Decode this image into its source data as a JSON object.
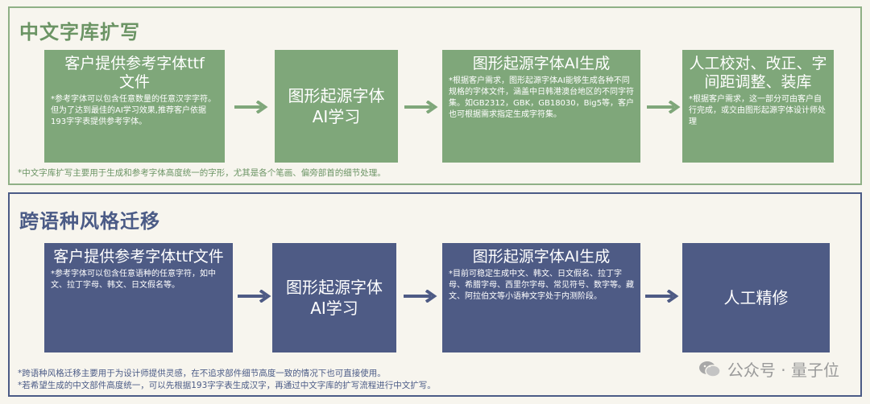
{
  "colors": {
    "green": "#7fa77a",
    "green_border": "#8fb086",
    "blue": "#4e5b85",
    "blue_border": "#4b5b86",
    "background": "#f7f5ee"
  },
  "section1": {
    "title": "中文字库扩写",
    "step1_title": "客户提供参考字体ttf文件",
    "step1_note": "*参考字体可以包含任意数量的任意汉字字符。但为了达到最佳的AI学习效果,推荐客户依据193字字表提供参考字体。",
    "step2_title": "图形起源字体AI学习",
    "step3_title": "图形起源字体AI生成",
    "step3_note": "*根据客户需求，图形起源字体AI能够生成各种不同规格的字体文件，涵盖中日韩港澳台地区的不同字符集。如GB2312，GBK，GB18030，Big5等，客户也可根据需求指定生成字符集。",
    "step4_title": "人工校对、改正、字间距调整、装库",
    "step4_note": "*根据客户需求，这一部分可由客户自行完成，或交由图形起源字体设计师处理",
    "footnote": "*中文字库扩写主要用于生成和参考字体高度统一的字形，尤其是各个笔画、偏旁部首的细节处理。"
  },
  "section2": {
    "title": "跨语种风格迁移",
    "step1_title": "客户提供参考字体ttf文件",
    "step1_note": "*参考字体可以包含任意语种的任意字符，如中文、拉丁字母、韩文、日文假名等。",
    "step2_title": "图形起源字体AI学习",
    "step3_title": "图形起源字体AI生成",
    "step3_note": "*目前可稳定生成中文、韩文、日文假名、拉丁字母、希腊字母、西里尔字母、常见符号、数字等。藏文、阿拉伯文等小语种文字处于内测阶段。",
    "step4_title": "人工精修",
    "footnote1": "*跨语种风格迁移主要用于为设计师提供灵感，在不追求部件细节高度一致的情况下也可直接使用。",
    "footnote2": "*若希望生成的中文部件高度统一，可以先根据193字字表生成汉字，再通过中文字库的扩写流程进行中文扩写。"
  },
  "watermark": {
    "text": "公众号 · 量子位",
    "icon": "wechat-icon"
  }
}
